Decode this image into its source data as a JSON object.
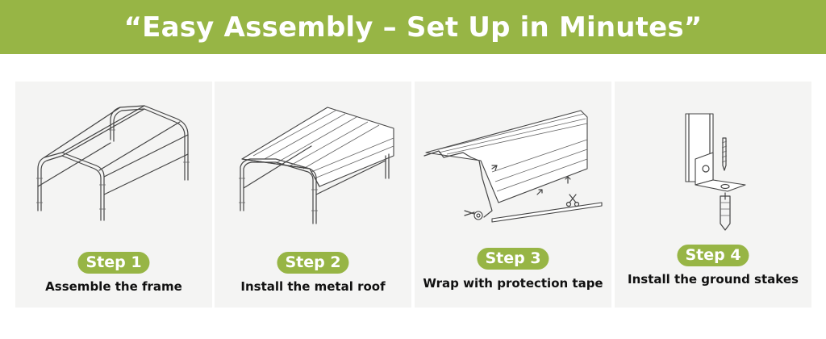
{
  "banner": {
    "title": "“Easy Assembly – Set Up in Minutes”"
  },
  "steps": [
    {
      "badge": "Step 1",
      "caption": "Assemble the frame",
      "illustration": "carport-frame-drawing"
    },
    {
      "badge": "Step 2",
      "caption": "Install the metal roof",
      "illustration": "metal-roof-drawing"
    },
    {
      "badge": "Step 3",
      "caption": "Wrap with protection tape",
      "illustration": "protection-tape-drawing"
    },
    {
      "badge": "Step 4",
      "caption": "Install the ground stakes",
      "illustration": "ground-stake-drawing"
    }
  ],
  "colors": {
    "accent": "#97b545",
    "card_bg": "#f4f4f3",
    "text": "#111111"
  }
}
